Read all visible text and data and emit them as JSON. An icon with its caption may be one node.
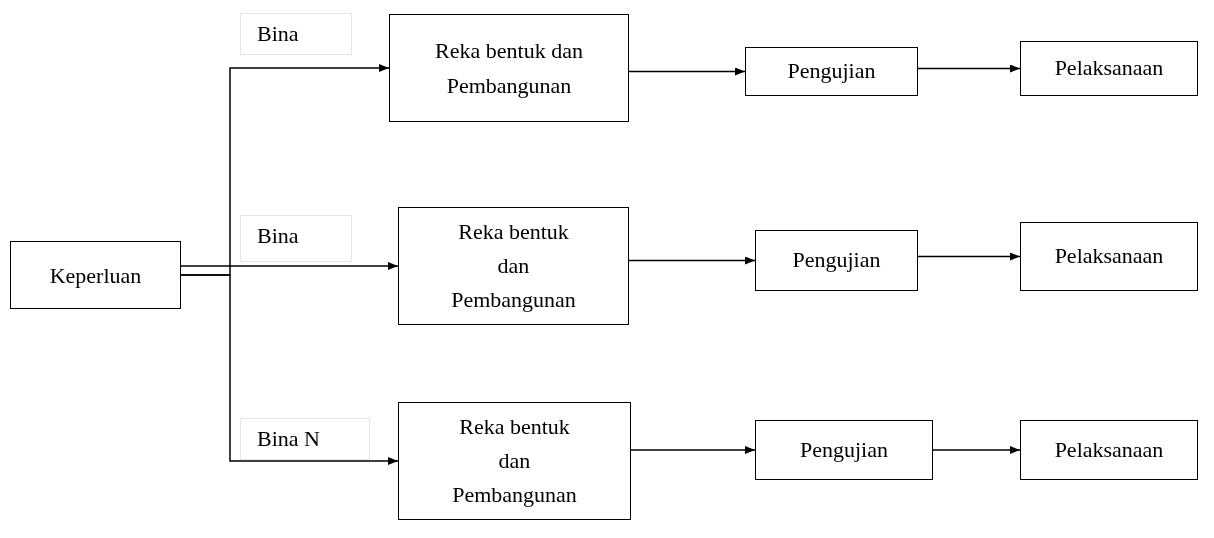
{
  "diagram": {
    "nodes": [
      {
        "text": [
          "Keperluan"
        ]
      },
      {
        "text": [
          "Bina"
        ]
      },
      {
        "text": [
          "Reka bentuk dan Pembangunan"
        ]
      },
      {
        "text": [
          "Pengujian"
        ]
      },
      {
        "text": [
          "Pelaksanaan"
        ]
      },
      {
        "text": [
          "Bina"
        ]
      },
      {
        "text": [
          "Reka bentuk dan Pembangunan"
        ]
      },
      {
        "text": [
          "Pengujian"
        ]
      },
      {
        "text": [
          "Pelaksanaan"
        ]
      },
      {
        "text": [
          "Bina N"
        ]
      },
      {
        "text": [
          "Reka bentuk dan Pembangunan"
        ]
      },
      {
        "text": [
          "Pengujian"
        ]
      },
      {
        "text": [
          "Pelaksanaan"
        ]
      }
    ],
    "edges": [
      {
        "from": 0,
        "to": 2,
        "arrow": "to"
      },
      {
        "from": 0,
        "to": 6,
        "arrow": "to"
      },
      {
        "from": 0,
        "to": 10,
        "arrow": "to"
      },
      {
        "from": 2,
        "to": 3,
        "arrow": "to"
      },
      {
        "from": 3,
        "to": 4,
        "arrow": "to"
      },
      {
        "from": 6,
        "to": 7,
        "arrow": "to"
      },
      {
        "from": 7,
        "to": 8,
        "arrow": "to"
      },
      {
        "from": 10,
        "to": 11,
        "arrow": "to"
      },
      {
        "from": 11,
        "to": 12,
        "arrow": "to"
      }
    ]
  }
}
